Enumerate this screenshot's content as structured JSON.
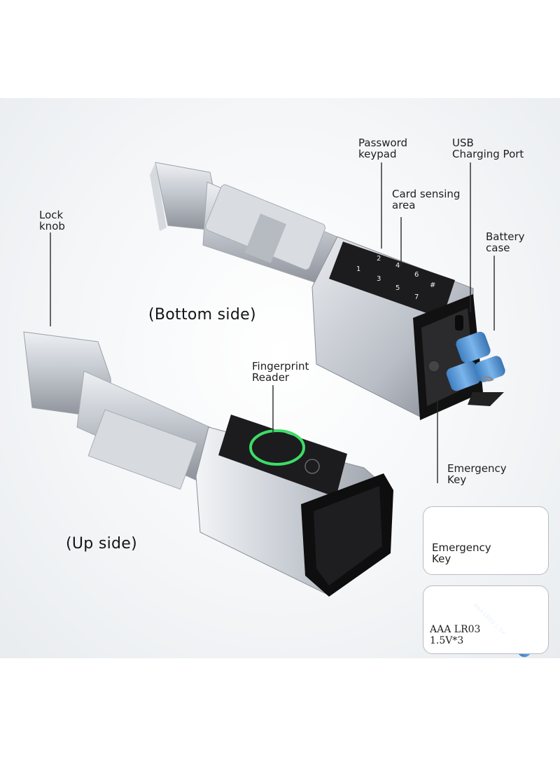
{
  "image": {
    "description_free": true,
    "colors": {
      "background": "#f4f6f8",
      "metal": "#c9ced5",
      "panel": "#1c1c1e",
      "battery": "#5a9ad6",
      "ring": "#3ddc68"
    }
  },
  "titles": {
    "bottom_side": "(Bottom side)",
    "up_side": "(Up side)"
  },
  "callouts": {
    "password_keypad": [
      "Password",
      "keypad"
    ],
    "usb_port": [
      "USB",
      "Charging Port"
    ],
    "card_sensing": [
      "Card sensing",
      "area"
    ],
    "lock_knob": [
      "Lock",
      "knob"
    ],
    "battery_case": [
      "Battery",
      "case"
    ],
    "fingerprint_reader": [
      "Fingerprint",
      "Reader"
    ],
    "emergency_key": [
      "Emergency",
      "Key"
    ]
  },
  "accessories": {
    "emergency_key_box": [
      "Emergency",
      "Key"
    ],
    "battery_box": [
      "AAA LR03",
      "1.5V*3"
    ],
    "battery_print": "AAA LR03 1.5V"
  },
  "keypad": {
    "keys": [
      "1",
      "2",
      "3",
      "4",
      "5",
      "6",
      "7",
      "#"
    ]
  }
}
